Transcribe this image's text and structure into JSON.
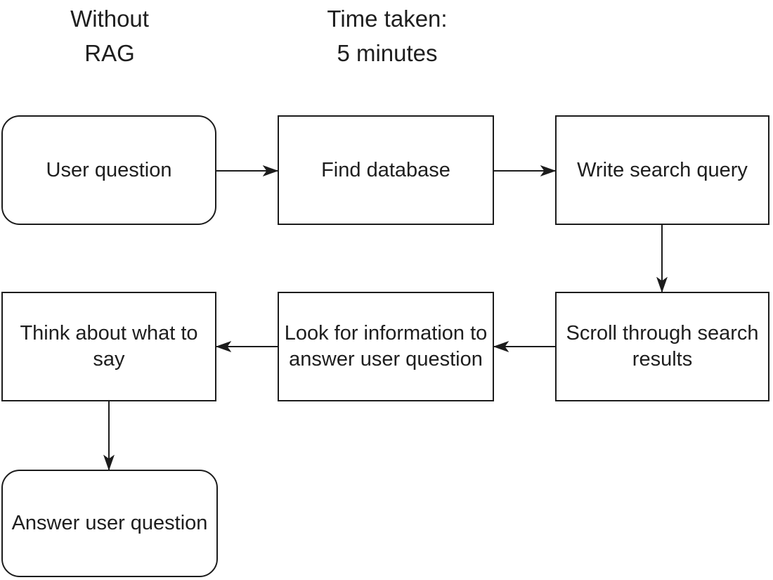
{
  "titles": {
    "left": "Without\nRAG",
    "right": "Time taken:\n5 minutes"
  },
  "nodes": [
    {
      "id": "user-question",
      "label": "User question",
      "shape": "rounded"
    },
    {
      "id": "find-database",
      "label": "Find database",
      "shape": "rect"
    },
    {
      "id": "write-search-query",
      "label": "Write search query",
      "shape": "rect"
    },
    {
      "id": "scroll-search-results",
      "label": "Scroll through search results",
      "shape": "rect"
    },
    {
      "id": "look-for-information",
      "label": "Look for information to answer user question",
      "shape": "rect"
    },
    {
      "id": "think-what-to-say",
      "label": "Think about what to say",
      "shape": "rect"
    },
    {
      "id": "answer-user-question",
      "label": "Answer user question",
      "shape": "rounded"
    }
  ],
  "edges": [
    {
      "from": "user-question",
      "to": "find-database"
    },
    {
      "from": "find-database",
      "to": "write-search-query"
    },
    {
      "from": "write-search-query",
      "to": "scroll-search-results"
    },
    {
      "from": "scroll-search-results",
      "to": "look-for-information"
    },
    {
      "from": "look-for-information",
      "to": "think-what-to-say"
    },
    {
      "from": "think-what-to-say",
      "to": "answer-user-question"
    }
  ],
  "colors": {
    "background": "#ffffff",
    "stroke": "#1c1c1c",
    "text": "#1e1e1e",
    "node_fill": "#ffffff"
  }
}
